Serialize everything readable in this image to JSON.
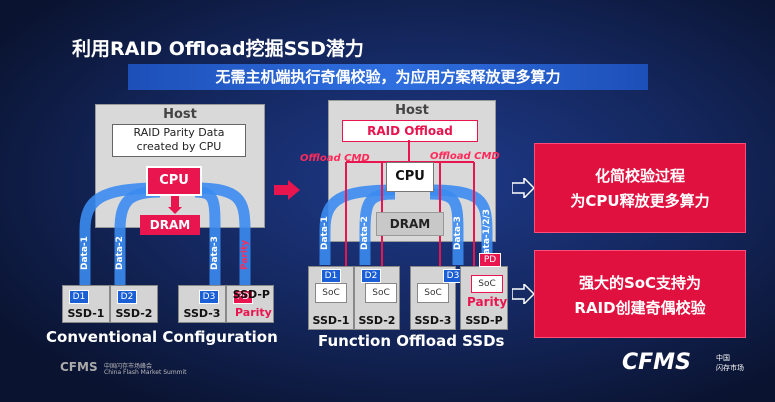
{
  "slide": {
    "title": "利用RAID Offload挖掘SSD潜力",
    "subtitle": "无需主机端执行奇偶校验，为应用方案释放更多算力"
  },
  "left": {
    "host_label": "Host",
    "note": "RAID Parity Data created by CPU",
    "cpu": "CPU",
    "dram": "DRAM",
    "data_labels": [
      "Data-1",
      "Data-2",
      "Data-3",
      "Parity"
    ],
    "ssds": [
      {
        "chip": "D1",
        "label": "SSD-1"
      },
      {
        "chip": "D2",
        "label": "SSD-2"
      },
      {
        "chip": "D3",
        "label": "SSD-3"
      },
      {
        "chip": "PD",
        "label": "SSD-P",
        "sub": "Parity"
      }
    ],
    "caption": "Conventional Configuration"
  },
  "right": {
    "host_label": "Host",
    "raid_offload": "RAID Offload",
    "offload_cmd_left": "Offload CMD",
    "offload_cmd_right": "Offload CMD",
    "cpu": "CPU",
    "dram": "DRAM",
    "data_labels": [
      "Data-1",
      "Data-2",
      "Data-3",
      "Data-1/2/3"
    ],
    "ssds": [
      {
        "chip": "D1",
        "label": "SSD-1",
        "soc": "SoC"
      },
      {
        "chip": "D2",
        "label": "SSD-2",
        "soc": "SoC"
      },
      {
        "chip": "D3",
        "label": "SSD-3",
        "soc": "SoC"
      },
      {
        "chip": "PD",
        "label": "SSD-P",
        "soc": "SoC",
        "sub": "Parity"
      }
    ],
    "caption": "Function Offload SSDs"
  },
  "callouts": [
    {
      "line1": "化简校验过程",
      "line2": "为CPU释放更多算力"
    },
    {
      "line1": "强大的SoC支持为",
      "line2": "RAID创建奇偶校验"
    }
  ],
  "footer": {
    "org_cn": "中国闪存市场峰会",
    "org_en": "China Flash Market Summit",
    "logo": "CFMS",
    "logo_cn_1": "中国",
    "logo_cn_2": "闪存市场"
  },
  "colors": {
    "accent_red": "#e0103f",
    "accent_blue": "#1a5fd6",
    "background": "#14275e"
  }
}
